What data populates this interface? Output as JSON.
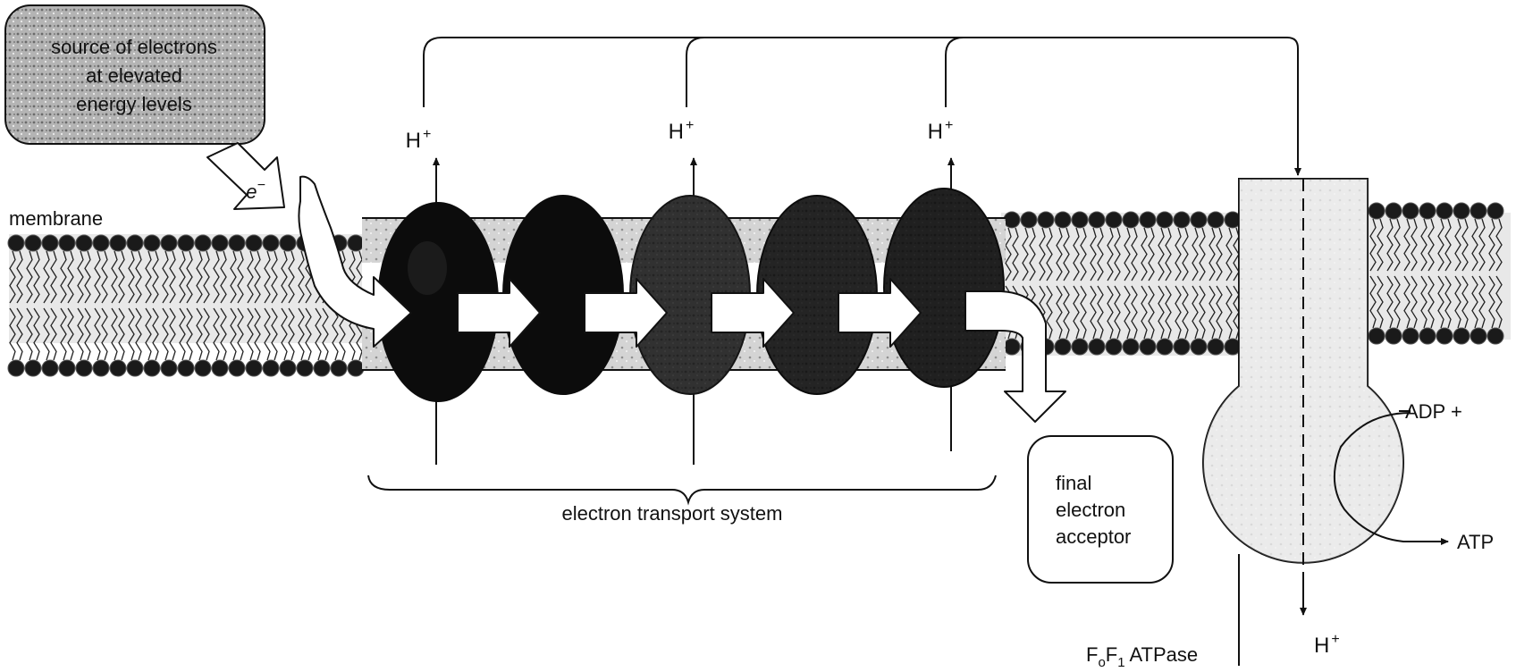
{
  "source_box": {
    "line1": "source of electrons",
    "line2": "at elevated",
    "line3": "energy levels"
  },
  "electron_label": "e",
  "electron_charge": "−",
  "membrane_label": "membrane",
  "proton_labels": [
    "H",
    "H",
    "H"
  ],
  "proton_charge": "+",
  "ets_label": "electron transport system",
  "acceptor_box": {
    "line1": "final",
    "line2": "electron",
    "line3": "acceptor"
  },
  "adp_label": "ADP +",
  "atp_label": "ATP",
  "bottom_proton_label": "H",
  "atpase_label": {
    "f1": "F",
    "sub1": "o",
    "f2": "F",
    "sub2": "1",
    "rest": " ATPase"
  },
  "colors": {
    "ink": "#111111",
    "membrane_gray": "#bdbdbd",
    "box_gray": "#a8a8a8"
  }
}
